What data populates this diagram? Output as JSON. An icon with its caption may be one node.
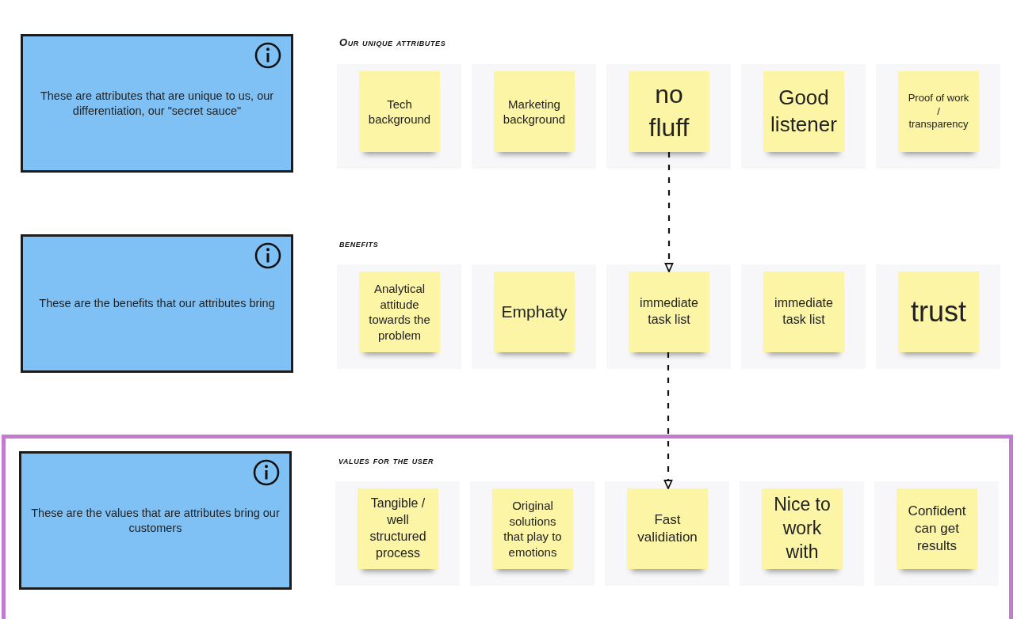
{
  "diagram": {
    "nodes": [
      {
        "text": [
          "These are attributes that are unique to us, our differentiation, our \"secret sauce\""
        ]
      },
      {
        "text": [
          "Tech background"
        ]
      },
      {
        "text": [
          "Marketing background"
        ]
      },
      {
        "text": [
          "no fluff"
        ]
      },
      {
        "text": [
          "Good listener"
        ]
      },
      {
        "text": [
          "Proof of work / transparency"
        ]
      },
      {
        "text": [
          "These are the benefits that our attributes bring"
        ]
      },
      {
        "text": [
          "Analytical attitude towards the problem"
        ]
      },
      {
        "text": [
          "Emphaty"
        ]
      },
      {
        "text": [
          "immediate task list"
        ]
      },
      {
        "text": [
          "immediate task list"
        ]
      },
      {
        "text": [
          "trust"
        ]
      },
      {
        "text": [],
        "shape": "box"
      },
      {
        "text": [
          "These are the values that are attributes bring our customers"
        ],
        "in": 12
      },
      {
        "text": [
          "Tangible / well structured process"
        ],
        "in": 12
      },
      {
        "text": [
          "Original solutions that play to emotions"
        ],
        "in": 12
      },
      {
        "text": [
          "Fast validiation"
        ],
        "in": 12
      },
      {
        "text": [
          "Nice to work with"
        ],
        "in": 12
      },
      {
        "text": [
          "Confident can get results"
        ],
        "in": 12
      }
    ],
    "edges": [
      {
        "from": 3,
        "to": 9,
        "arrow": "to",
        "style": "dashed"
      },
      {
        "from": 9,
        "to": 16,
        "arrow": "to",
        "style": "dashed"
      }
    ],
    "labels": [
      "Our unique attributes",
      "benefits",
      "values for the user"
    ]
  }
}
